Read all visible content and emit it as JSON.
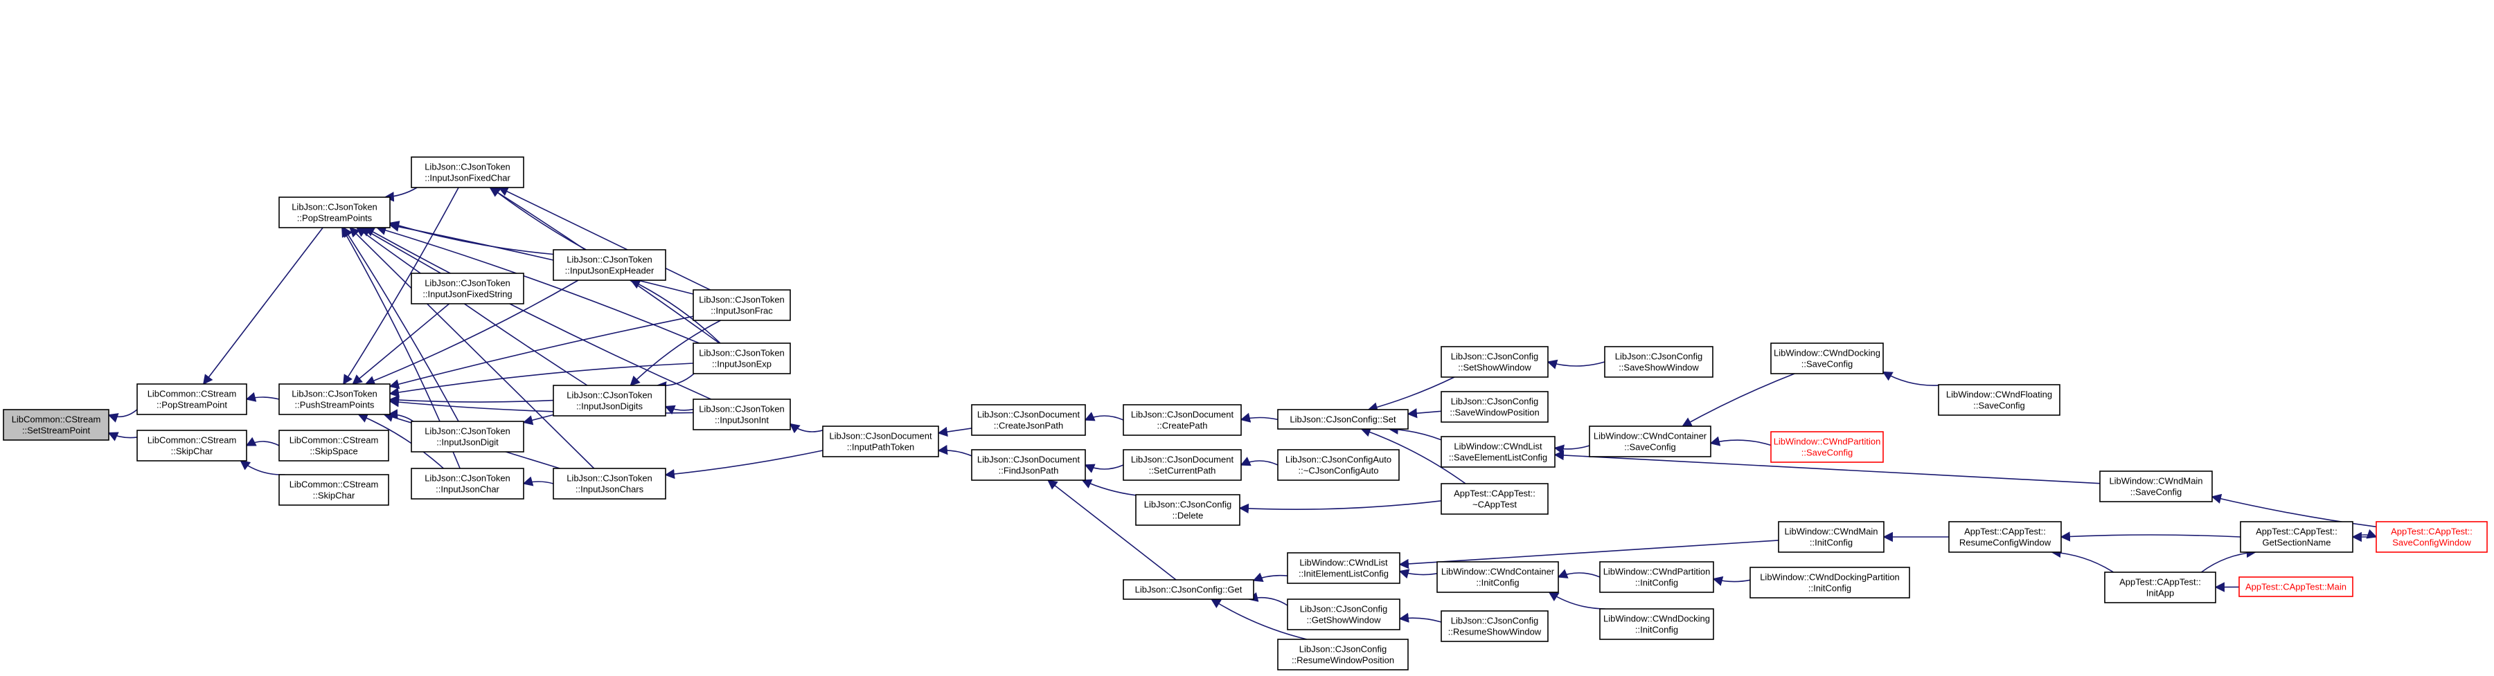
{
  "colors": {
    "edge": "#191970",
    "root_fill": "#bfbfbf",
    "node_stroke": "#000000",
    "truncated": "#ff0000"
  },
  "nodes": [
    {
      "id": "setsp",
      "lines": [
        "LibCommon::CStream",
        "::SetStreamPoint"
      ],
      "root": true
    },
    {
      "id": "popsp",
      "lines": [
        "LibCommon::CStream",
        "::PopStreamPoint"
      ]
    },
    {
      "id": "skipchar",
      "lines": [
        "LibCommon::CStream",
        "::SkipChar"
      ]
    },
    {
      "id": "tpop",
      "lines": [
        "LibJson::CJsonToken",
        "::PopStreamPoints"
      ]
    },
    {
      "id": "tpush",
      "lines": [
        "LibJson::CJsonToken",
        "::PushStreamPoints"
      ]
    },
    {
      "id": "skipspace",
      "lines": [
        "LibCommon::CStream",
        "::SkipSpace"
      ]
    },
    {
      "id": "skipchar2",
      "lines": [
        "LibCommon::CStream",
        "::SkipChar"
      ]
    },
    {
      "id": "fixchar",
      "lines": [
        "LibJson::CJsonToken",
        "::InputJsonFixedChar"
      ]
    },
    {
      "id": "fixstr",
      "lines": [
        "LibJson::CJsonToken",
        "::InputJsonFixedString"
      ]
    },
    {
      "id": "jdigit",
      "lines": [
        "LibJson::CJsonToken",
        "::InputJsonDigit"
      ]
    },
    {
      "id": "jchar",
      "lines": [
        "LibJson::CJsonToken",
        "::InputJsonChar"
      ]
    },
    {
      "id": "expheader",
      "lines": [
        "LibJson::CJsonToken",
        "::InputJsonExpHeader"
      ]
    },
    {
      "id": "jdigits",
      "lines": [
        "LibJson::CJsonToken",
        "::InputJsonDigits"
      ]
    },
    {
      "id": "jchars",
      "lines": [
        "LibJson::CJsonToken",
        "::InputJsonChars"
      ]
    },
    {
      "id": "jfrac",
      "lines": [
        "LibJson::CJsonToken",
        "::InputJsonFrac"
      ]
    },
    {
      "id": "jexp",
      "lines": [
        "LibJson::CJsonToken",
        "::InputJsonExp"
      ]
    },
    {
      "id": "jint",
      "lines": [
        "LibJson::CJsonToken",
        "::InputJsonInt"
      ]
    },
    {
      "id": "pathtoken",
      "lines": [
        "LibJson::CJsonDocument",
        "::InputPathToken"
      ]
    },
    {
      "id": "createjp",
      "lines": [
        "LibJson::CJsonDocument",
        "::CreateJsonPath"
      ]
    },
    {
      "id": "findjp",
      "lines": [
        "LibJson::CJsonDocument",
        "::FindJsonPath"
      ]
    },
    {
      "id": "createpath",
      "lines": [
        "LibJson::CJsonDocument",
        "::CreatePath"
      ]
    },
    {
      "id": "setcurpath",
      "lines": [
        "LibJson::CJsonDocument",
        "::SetCurrentPath"
      ]
    },
    {
      "id": "cfgdelete",
      "lines": [
        "LibJson::CJsonConfig",
        "::Delete"
      ]
    },
    {
      "id": "cfgget",
      "lines": [
        "LibJson::CJsonConfig::Get"
      ]
    },
    {
      "id": "cfgset",
      "lines": [
        "LibJson::CJsonConfig::Set"
      ]
    },
    {
      "id": "cfgauto",
      "lines": [
        "LibJson::CJsonConfigAuto",
        "::~CJsonConfigAuto"
      ]
    },
    {
      "id": "setshow",
      "lines": [
        "LibJson::CJsonConfig",
        "::SetShowWindow"
      ]
    },
    {
      "id": "savewinpos",
      "lines": [
        "LibJson::CJsonConfig",
        "::SaveWindowPosition"
      ]
    },
    {
      "id": "saveelcfg",
      "lines": [
        "LibWindow::CWndList",
        "::SaveElementListConfig"
      ]
    },
    {
      "id": "apptestdtor",
      "lines": [
        "AppTest::CAppTest::",
        "~CAppTest"
      ]
    },
    {
      "id": "saveshow",
      "lines": [
        "LibJson::CJsonConfig",
        "::SaveShowWindow"
      ]
    },
    {
      "id": "contsave",
      "lines": [
        "LibWindow::CWndContainer",
        "::SaveConfig"
      ]
    },
    {
      "id": "docksave",
      "lines": [
        "LibWindow::CWndDocking",
        "::SaveConfig"
      ]
    },
    {
      "id": "partsave",
      "lines": [
        "LibWindow::CWndPartition",
        "::SaveConfig"
      ],
      "red": true
    },
    {
      "id": "floatsave",
      "lines": [
        "LibWindow::CWndFloating",
        "::SaveConfig"
      ]
    },
    {
      "id": "mainsave",
      "lines": [
        "LibWindow::CWndMain",
        "::SaveConfig"
      ]
    },
    {
      "id": "initelcfg",
      "lines": [
        "LibWindow::CWndList",
        "::InitElementListConfig"
      ]
    },
    {
      "id": "getshow",
      "lines": [
        "LibJson::CJsonConfig",
        "::GetShowWindow"
      ]
    },
    {
      "id": "resumewinpos",
      "lines": [
        "LibJson::CJsonConfig",
        "::ResumeWindowPosition"
      ]
    },
    {
      "id": "continit",
      "lines": [
        "LibWindow::CWndContainer",
        "::InitConfig"
      ]
    },
    {
      "id": "resumeshow",
      "lines": [
        "LibJson::CJsonConfig",
        "::ResumeShowWindow"
      ]
    },
    {
      "id": "partinit",
      "lines": [
        "LibWindow::CWndPartition",
        "::InitConfig"
      ]
    },
    {
      "id": "dockinit",
      "lines": [
        "LibWindow::CWndDocking",
        "::InitConfig"
      ]
    },
    {
      "id": "dockpartinit",
      "lines": [
        "LibWindow::CWndDockingPartition",
        "::InitConfig"
      ]
    },
    {
      "id": "maininit",
      "lines": [
        "LibWindow::CWndMain",
        "::InitConfig"
      ]
    },
    {
      "id": "resumecfg",
      "lines": [
        "AppTest::CAppTest::",
        "ResumeConfigWindow"
      ]
    },
    {
      "id": "getsection",
      "lines": [
        "AppTest::CAppTest::",
        "GetSectionName"
      ]
    },
    {
      "id": "initapp",
      "lines": [
        "AppTest::CAppTest::",
        "InitApp"
      ]
    },
    {
      "id": "savecfgwin",
      "lines": [
        "AppTest::CAppTest::",
        "SaveConfigWindow"
      ],
      "red": true
    },
    {
      "id": "appmain",
      "lines": [
        "AppTest::CAppTest::Main"
      ],
      "red": true
    }
  ],
  "edges": [
    [
      "popsp",
      "setsp"
    ],
    [
      "skipchar",
      "setsp"
    ],
    [
      "tpop",
      "popsp"
    ],
    [
      "tpush",
      "popsp"
    ],
    [
      "skipspace",
      "skipchar"
    ],
    [
      "skipchar2",
      "skipchar"
    ],
    [
      "fixchar",
      "tpop"
    ],
    [
      "fixstr",
      "tpop"
    ],
    [
      "jdigit",
      "tpop"
    ],
    [
      "jchar",
      "tpop"
    ],
    [
      "expheader",
      "tpop"
    ],
    [
      "jdigits",
      "tpop"
    ],
    [
      "jchars",
      "tpop"
    ],
    [
      "jfrac",
      "tpop"
    ],
    [
      "jexp",
      "tpop"
    ],
    [
      "jint",
      "tpop"
    ],
    [
      "fixchar",
      "tpush"
    ],
    [
      "fixstr",
      "tpush"
    ],
    [
      "jdigit",
      "tpush"
    ],
    [
      "jchar",
      "tpush"
    ],
    [
      "expheader",
      "tpush"
    ],
    [
      "jdigits",
      "tpush"
    ],
    [
      "jchars",
      "tpush"
    ],
    [
      "jfrac",
      "tpush"
    ],
    [
      "jexp",
      "tpush"
    ],
    [
      "jint",
      "tpush"
    ],
    [
      "expheader",
      "fixchar"
    ],
    [
      "jfrac",
      "fixchar"
    ],
    [
      "jexp",
      "fixchar"
    ],
    [
      "jfrac",
      "jdigits"
    ],
    [
      "jexp",
      "jdigits"
    ],
    [
      "jint",
      "jdigits"
    ],
    [
      "jdigits",
      "jdigit"
    ],
    [
      "jchars",
      "jchar"
    ],
    [
      "jexp",
      "expheader"
    ],
    [
      "pathtoken",
      "jint"
    ],
    [
      "pathtoken",
      "jchars"
    ],
    [
      "createjp",
      "pathtoken"
    ],
    [
      "findjp",
      "pathtoken"
    ],
    [
      "createpath",
      "createjp"
    ],
    [
      "setcurpath",
      "findjp"
    ],
    [
      "cfgdelete",
      "findjp"
    ],
    [
      "cfgget",
      "findjp"
    ],
    [
      "cfgset",
      "createpath"
    ],
    [
      "cfgauto",
      "setcurpath"
    ],
    [
      "apptestdtor",
      "cfgdelete"
    ],
    [
      "setshow",
      "cfgset"
    ],
    [
      "savewinpos",
      "cfgset"
    ],
    [
      "saveelcfg",
      "cfgset"
    ],
    [
      "apptestdtor",
      "cfgset"
    ],
    [
      "saveshow",
      "setshow"
    ],
    [
      "contsave",
      "saveelcfg"
    ],
    [
      "mainsave",
      "saveelcfg"
    ],
    [
      "docksave",
      "contsave"
    ],
    [
      "partsave",
      "contsave"
    ],
    [
      "floatsave",
      "docksave"
    ],
    [
      "savecfgwin",
      "mainsave"
    ],
    [
      "savecfgwin",
      "getsection"
    ],
    [
      "initelcfg",
      "cfgget"
    ],
    [
      "getshow",
      "cfgget"
    ],
    [
      "resumewinpos",
      "cfgget"
    ],
    [
      "continit",
      "initelcfg"
    ],
    [
      "maininit",
      "initelcfg"
    ],
    [
      "resumeshow",
      "getshow"
    ],
    [
      "partinit",
      "continit"
    ],
    [
      "dockinit",
      "continit"
    ],
    [
      "dockpartinit",
      "partinit"
    ],
    [
      "resumecfg",
      "maininit"
    ],
    [
      "getsection",
      "resumecfg"
    ],
    [
      "initapp",
      "resumecfg"
    ],
    [
      "initapp",
      "getsection"
    ],
    [
      "getsection",
      "savecfgwin"
    ],
    [
      "appmain",
      "initapp"
    ]
  ]
}
